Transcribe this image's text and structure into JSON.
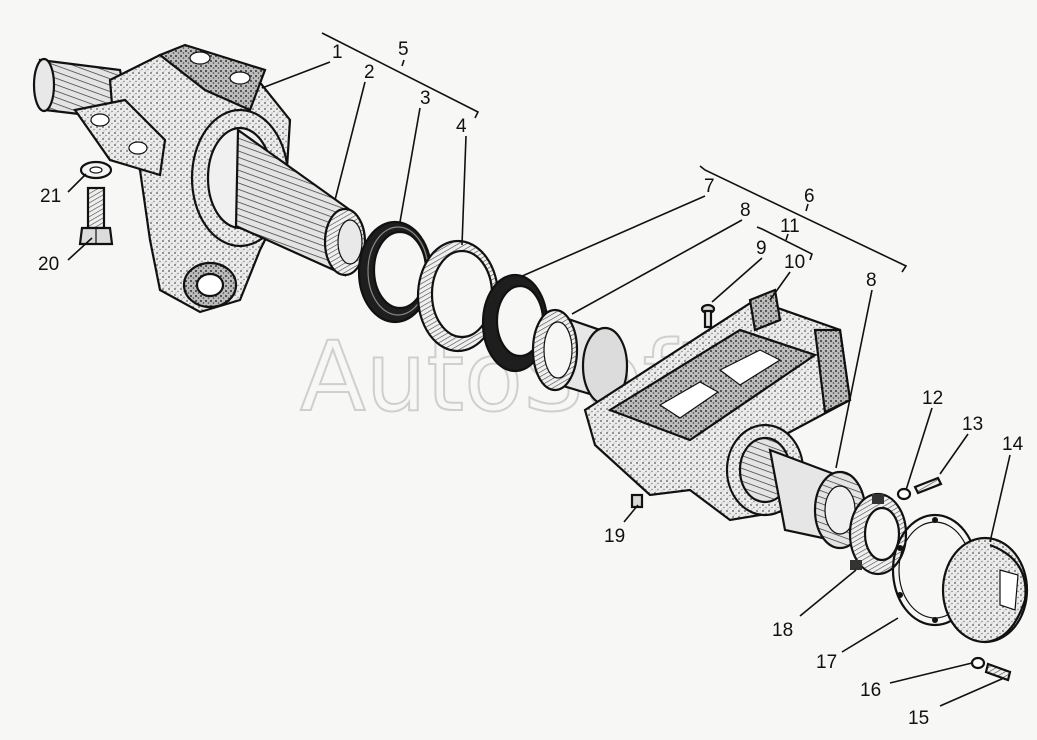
{
  "watermark": "AutoSoft",
  "callouts": {
    "c1": "1",
    "c2": "2",
    "c3": "3",
    "c4": "4",
    "c5": "5",
    "c6": "6",
    "c7": "7",
    "c8a": "8",
    "c8b": "8",
    "c9": "9",
    "c10": "10",
    "c11": "11",
    "c12": "12",
    "c13": "13",
    "c14": "14",
    "c15": "15",
    "c16": "16",
    "c17": "17",
    "c18": "18",
    "c19": "19",
    "c20": "20",
    "c21": "21"
  }
}
